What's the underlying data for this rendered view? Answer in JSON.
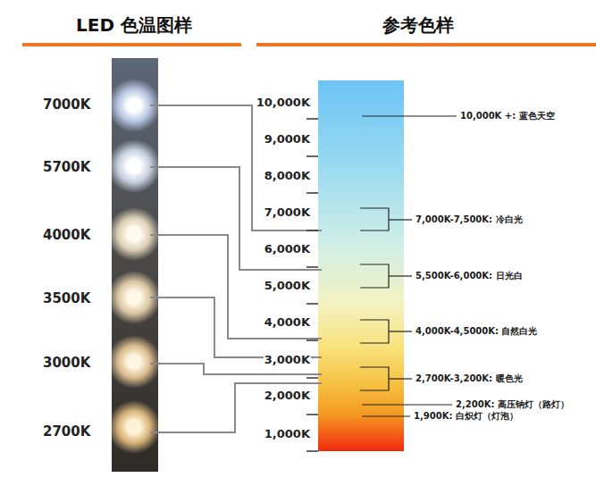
{
  "diagram": {
    "labels": [
      "LED 色温图样",
      "参考色样",
      "7000K",
      "5700K",
      "4000K",
      "3500K",
      "3000K",
      "2700K",
      "10,000K",
      "9,000K",
      "8,000K",
      "7,000K",
      "6,000K",
      "5,000K",
      "4,000K",
      "3,000K",
      "2,000K",
      "1,000K",
      "10,000K +: 蓝色天空",
      "7,000K-7,500K: 冷白光",
      "5,500K-6,000K: 日光白",
      "4,000K-4,5000K: 自然白光",
      "2,700K-3,200K: 暖色光",
      "2,200K: 高压钠灯（路灯）",
      "1,900K: 白炽灯（灯泡）"
    ]
  }
}
